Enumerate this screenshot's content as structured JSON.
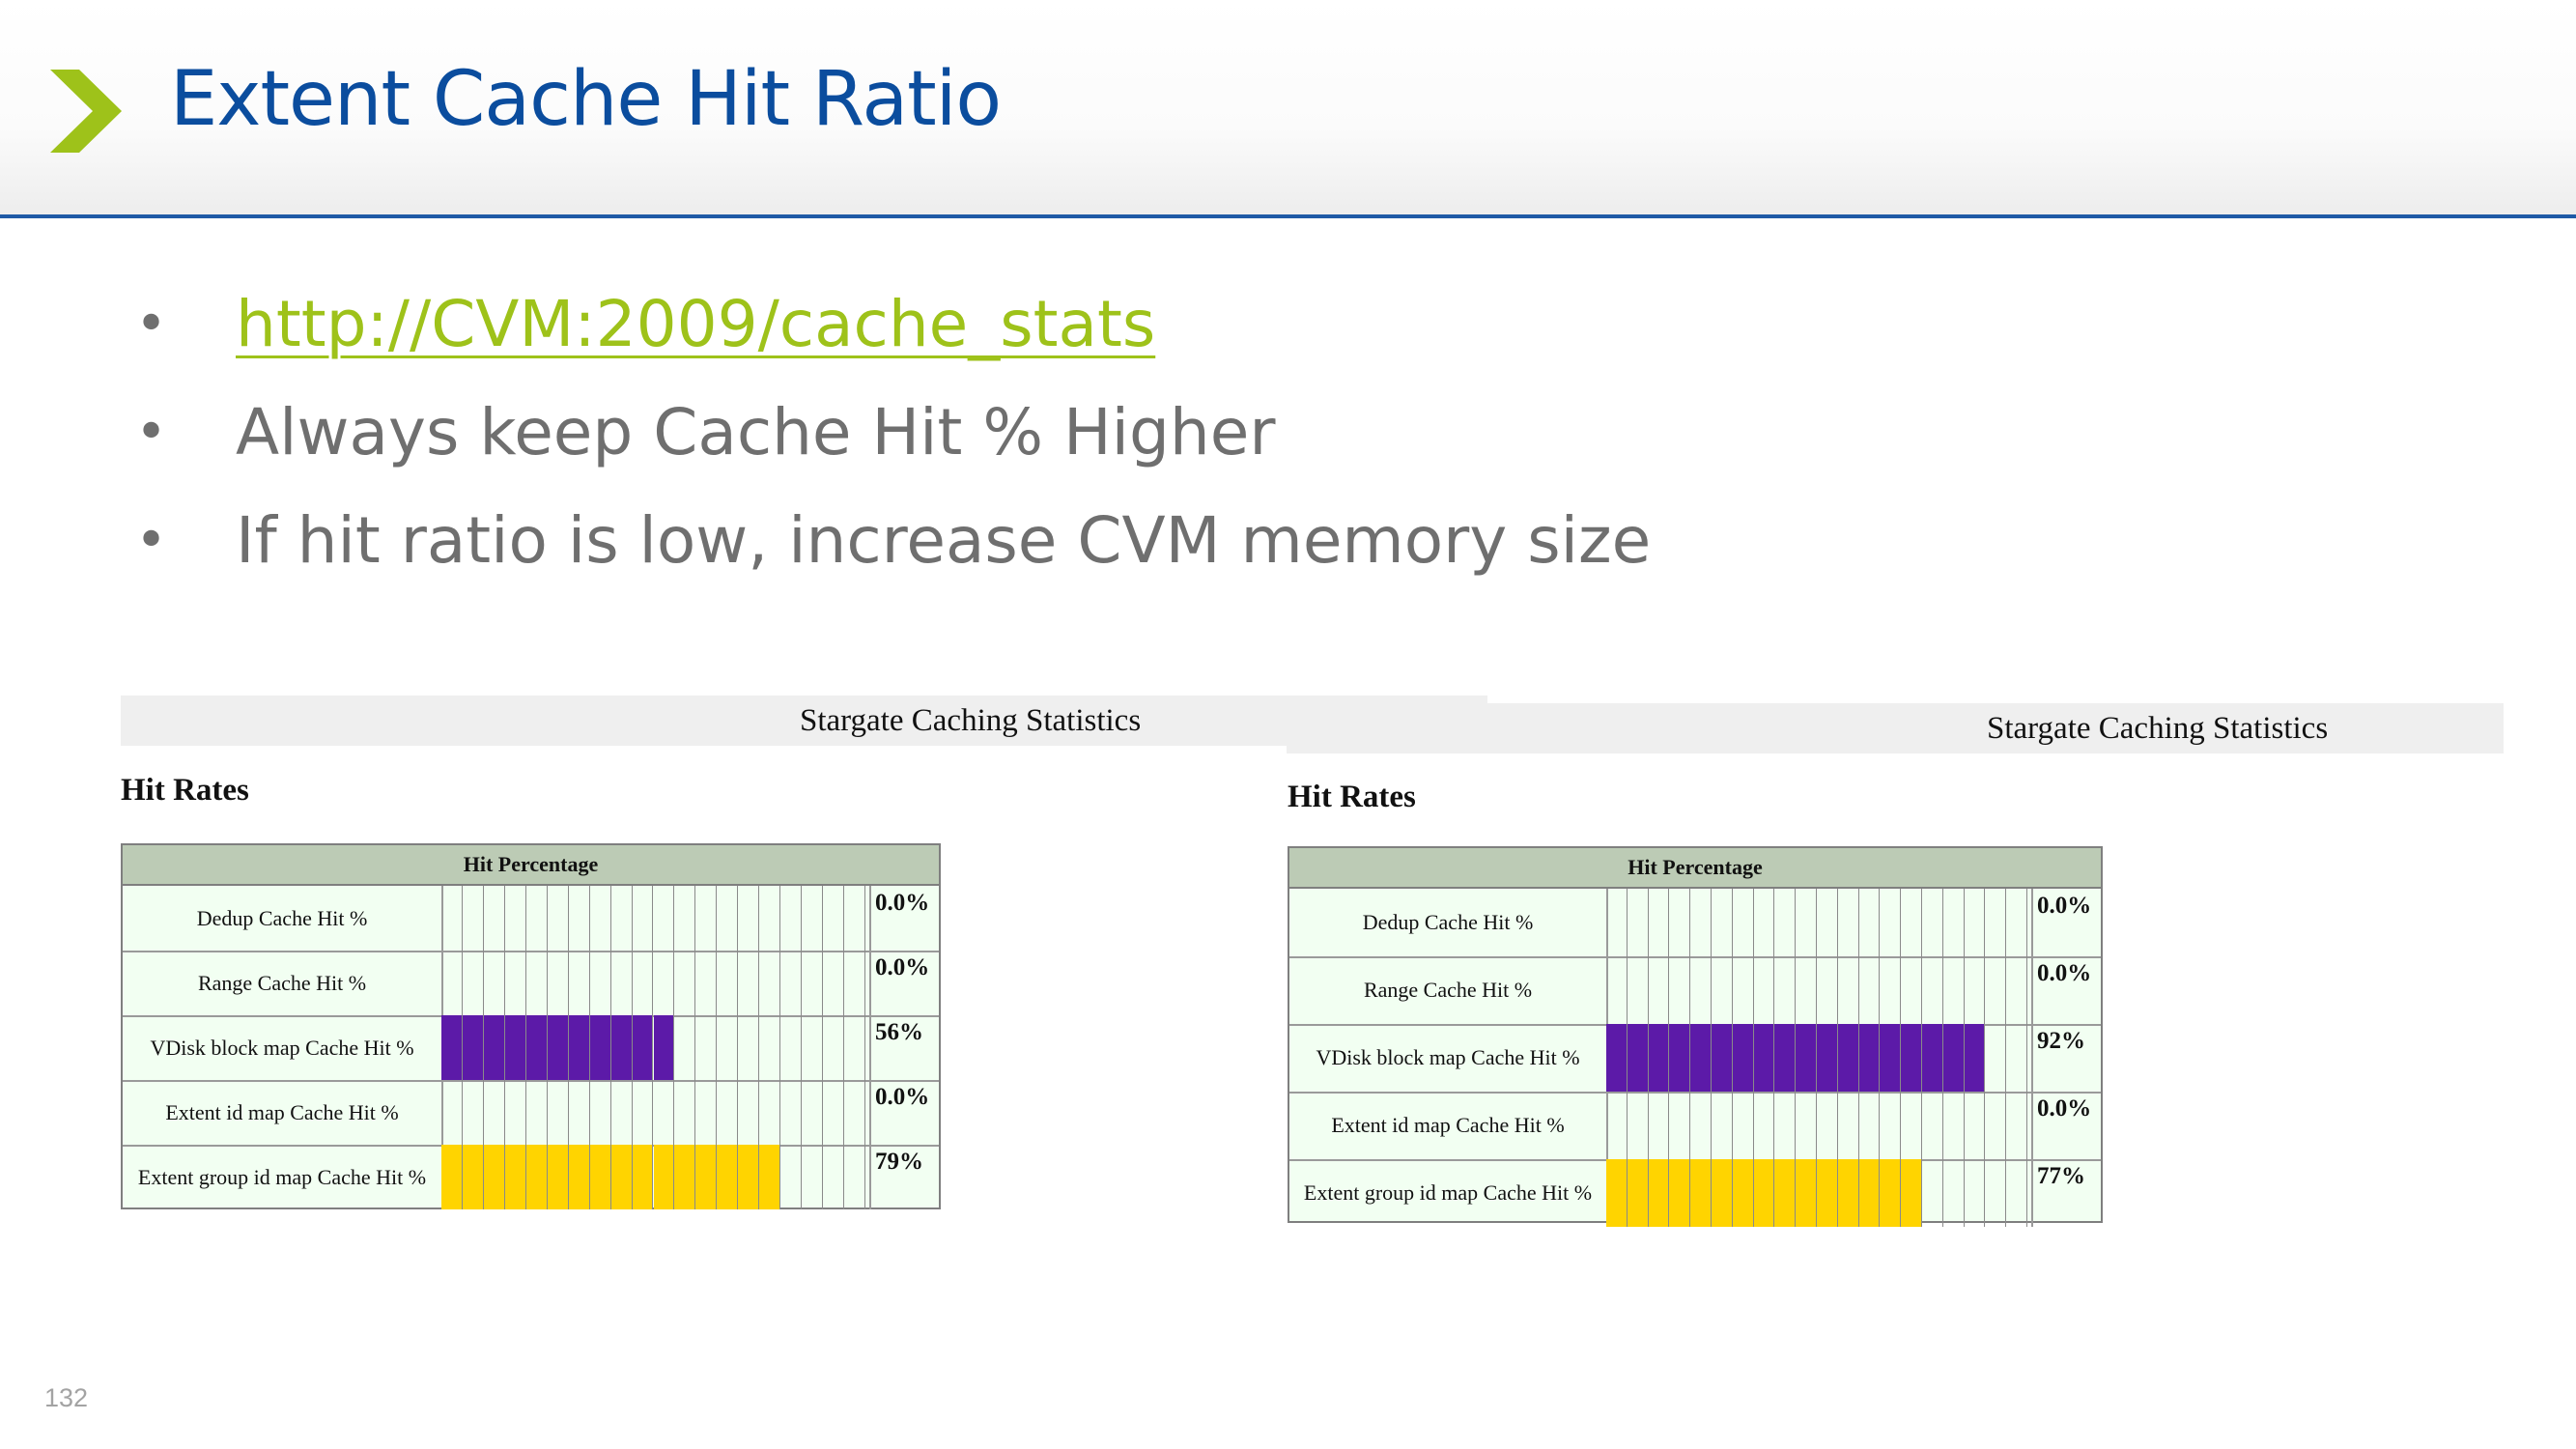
{
  "slide": {
    "title": "Extent Cache Hit Ratio",
    "page_number": "132",
    "accent_color": "#9ec21a",
    "title_color": "#0b4d9e"
  },
  "bullets": [
    {
      "text": "http://CVM:2009/cache_stats",
      "is_link": true
    },
    {
      "text": "Always keep Cache Hit % Higher",
      "is_link": false
    },
    {
      "text": "If hit ratio is low, increase CVM memory size",
      "is_link": false
    }
  ],
  "screenshots": [
    {
      "banner": "Stargate Caching Statistics",
      "heading": "Hit Rates",
      "table_header": "Hit Percentage",
      "rows": [
        {
          "label": "Dedup Cache Hit %",
          "value": "0.0%",
          "percent": 0,
          "bar_color": ""
        },
        {
          "label": "Range Cache Hit %",
          "value": "0.0%",
          "percent": 0,
          "bar_color": ""
        },
        {
          "label": "VDisk block map Cache Hit %",
          "value": "56%",
          "percent": 56,
          "bar_color": "#5c1aa8"
        },
        {
          "label": "Extent id map Cache Hit %",
          "value": "0.0%",
          "percent": 0,
          "bar_color": ""
        },
        {
          "label": "Extent group id map Cache Hit %",
          "value": "79%",
          "percent": 79,
          "bar_color": "#ffd400"
        }
      ]
    },
    {
      "banner": "Stargate Caching Statistics",
      "heading": "Hit Rates",
      "table_header": "Hit Percentage",
      "rows": [
        {
          "label": "Dedup Cache Hit %",
          "value": "0.0%",
          "percent": 0,
          "bar_color": ""
        },
        {
          "label": "Range Cache Hit %",
          "value": "0.0%",
          "percent": 0,
          "bar_color": ""
        },
        {
          "label": "VDisk block map Cache Hit %",
          "value": "92%",
          "percent": 92,
          "bar_color": "#5c1aa8"
        },
        {
          "label": "Extent id map Cache Hit %",
          "value": "0.0%",
          "percent": 0,
          "bar_color": ""
        },
        {
          "label": "Extent group id map Cache Hit %",
          "value": "77%",
          "percent": 77,
          "bar_color": "#ffd400"
        }
      ]
    }
  ]
}
